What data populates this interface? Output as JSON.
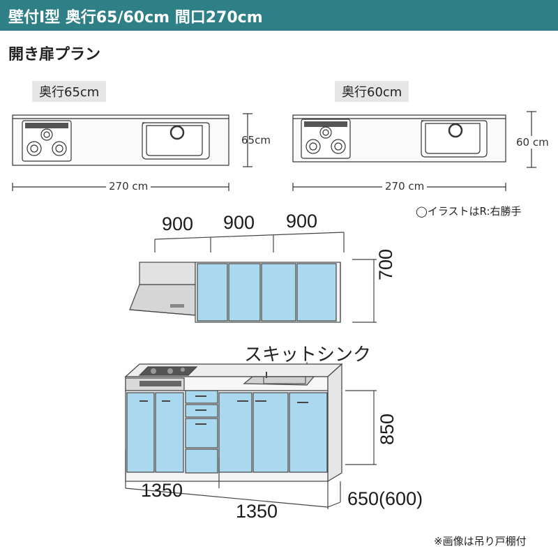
{
  "header": {
    "title": "壁付I型 奥行65/60cm 間口270cm",
    "bg_color": "#2f7f86"
  },
  "subtitle": "開き扉プラン",
  "plan_left": {
    "tag": "奥行65cm",
    "depth_label": "65cm",
    "width_label": "270 cm"
  },
  "plan_right": {
    "tag": "奥行60cm",
    "depth_label": "60 cm",
    "width_label": "270 cm"
  },
  "illustration_note": "◯イラストはR:右勝手",
  "wall_cabinet": {
    "widths": [
      "900",
      "900",
      "900"
    ],
    "height": "700"
  },
  "base_cabinet": {
    "sink_label": "スキットシンク",
    "height": "850",
    "left_width": "1350",
    "right_width": "1350",
    "depth": "650(600)"
  },
  "footnote": "※画像は吊り戸棚付",
  "colors": {
    "door_blue": "#a9d8ef",
    "counter": "#f0f0f0",
    "line": "#333333"
  }
}
